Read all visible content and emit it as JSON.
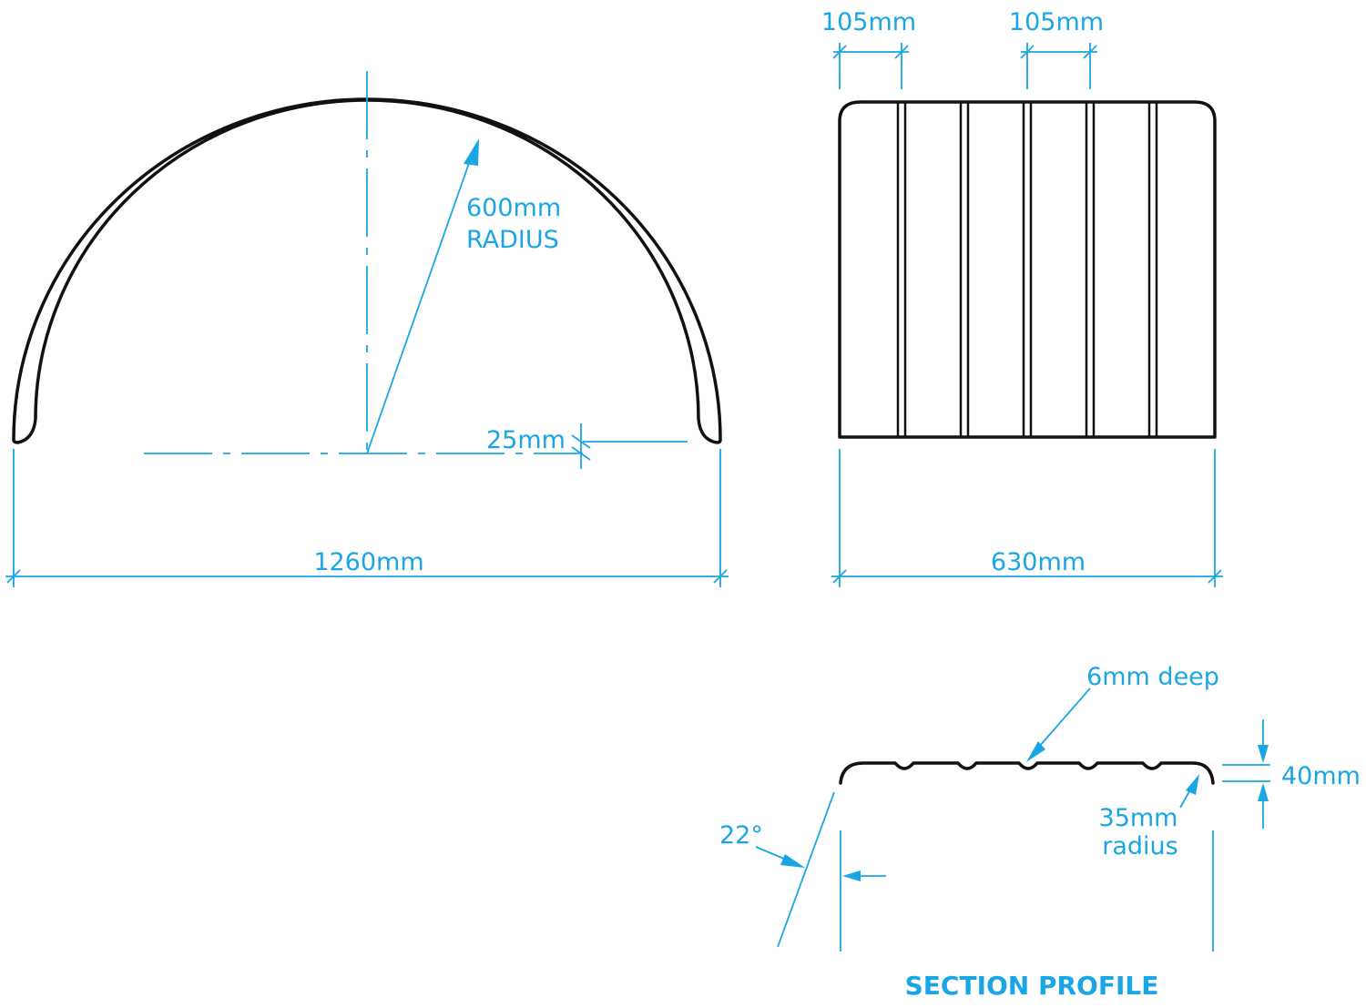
{
  "labels": {
    "radius_value": "600mm",
    "radius_word": "RADIUS",
    "thickness": "25mm",
    "overall_width": "1260mm",
    "rib_spacing_left": "105mm",
    "rib_spacing_right": "105mm",
    "depth": "630mm",
    "groove_depth": "6mm deep",
    "profile_height": "40mm",
    "corner_radius_value": "35mm",
    "corner_radius_word": "radius",
    "angle": "22°",
    "section_title": "SECTION PROFILE"
  },
  "colors": {
    "dimension": "#1aa6e4",
    "outline": "#111111"
  }
}
